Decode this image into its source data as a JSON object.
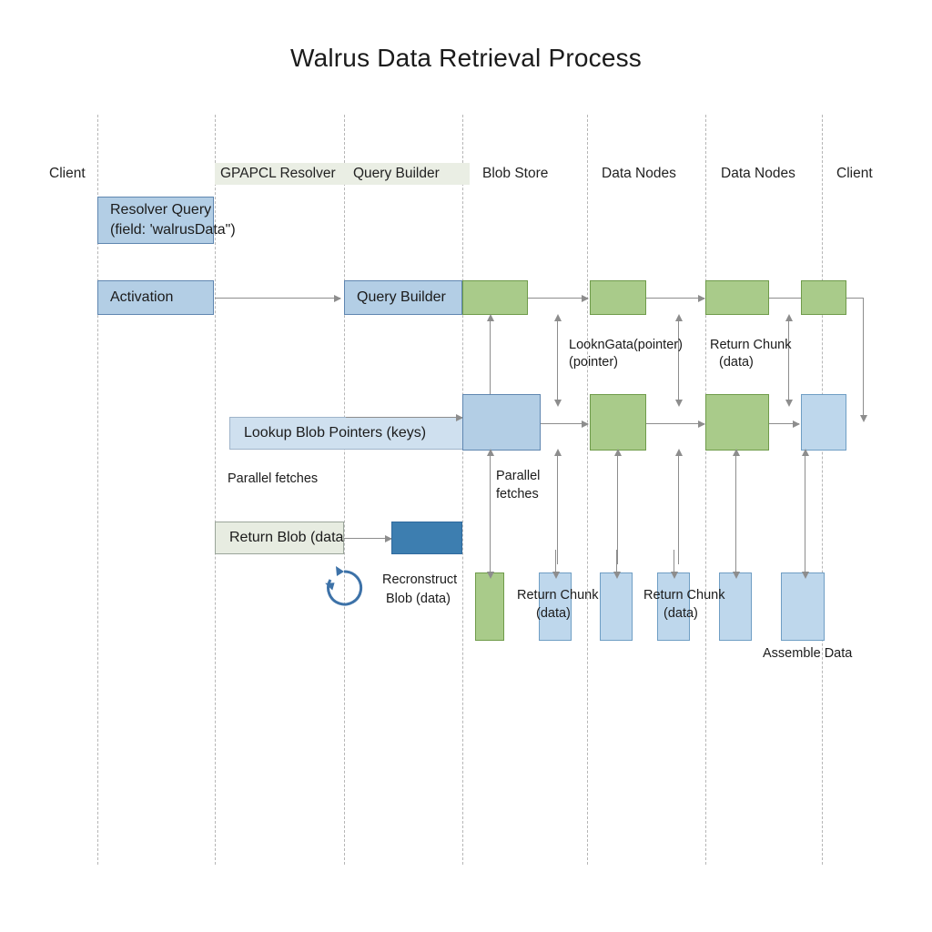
{
  "diagram": {
    "title": "Walrus Data Retrieval Process",
    "type": "sequence-diagram",
    "colors": {
      "blue_fill": "#b3cee5",
      "blue_stroke": "#5f86b0",
      "green_fill": "#a9cb8a",
      "green_stroke": "#6f9b4a",
      "deep_blue_fill": "#3d7eb0",
      "grey_fill": "#e7ece1",
      "lifeline": "#b6b6b6",
      "arrow": "#8d8d8d",
      "header_shade": "#eaeee4"
    }
  },
  "lifelines": [
    {
      "label": "Client",
      "shaded": false
    },
    {
      "label": "",
      "shaded": false
    },
    {
      "label": "GPAPCL Resolver",
      "shaded": true
    },
    {
      "label": "Query Builder",
      "shaded": true
    },
    {
      "label": "Blob Store",
      "shaded": false
    },
    {
      "label": "Data Nodes",
      "shaded": false
    },
    {
      "label": "Data Nodes",
      "shaded": false
    },
    {
      "label": "Client",
      "shaded": false
    }
  ],
  "messages": {
    "resolver_query_line1": "Resolver Query",
    "resolver_query_line2": "(field: 'walrusData\")",
    "activation": "Activation",
    "query_builder": "Query Builder",
    "lookup_data_pointer": "LooknGata(pointer)",
    "lookup_data_pointer_2": "(pointer)",
    "return_chunk_top_line1": "Return Chunk",
    "return_chunk_top_line2": "(data)",
    "lookup_blob_pointers": "Lookup Blob Pointers (keys)",
    "parallel_fetches_left": "Parallel fetches",
    "parallel_fetches_mid_line1": "Parallel",
    "parallel_fetches_mid_line2": "fetches",
    "return_blob": "Return Blob (data",
    "reconstruct_line1": "Recronstruct",
    "reconstruct_line2": "Blob (data)",
    "return_chunk_a_line1": "Return Chunk",
    "return_chunk_a_line2": "(data)",
    "return_chunk_b_line1": "Return Chunk",
    "return_chunk_b_line2": "(data)",
    "assemble_data": "Assemble Data"
  },
  "icons": {
    "reconstruct_loop": "circular-arrow-icon"
  }
}
